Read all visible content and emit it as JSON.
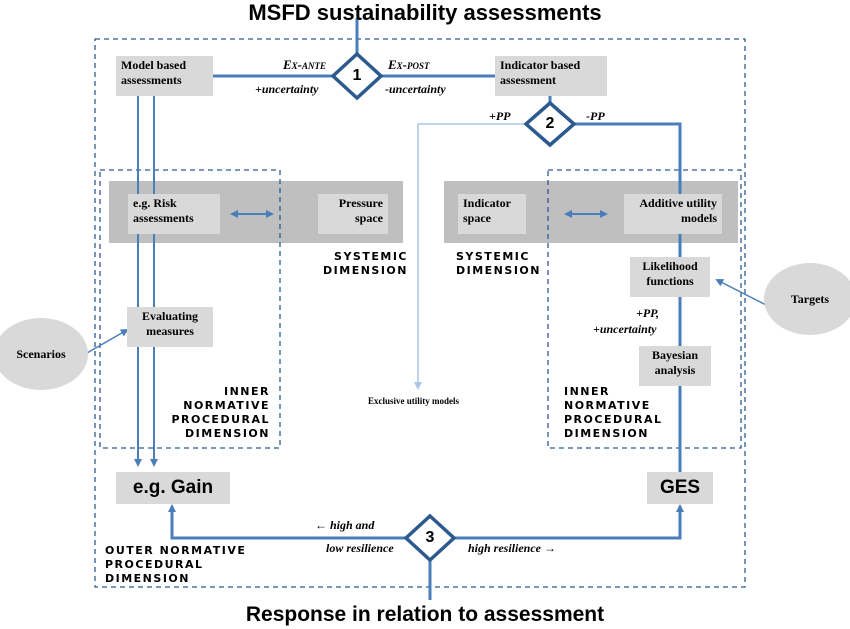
{
  "title": "MSFD sustainability assessments",
  "bottom_title": "Response in relation to assessment",
  "colors": {
    "line": "#4a7ebb",
    "light_line": "#a9c6e8",
    "diamond": "#2d5a8e",
    "box": "#d9d9d9",
    "band": "#bfbfbf",
    "ellipse": "#d9d9d9"
  },
  "boxes": {
    "model_based": "Model based assessments",
    "indicator_based": "Indicator based assessment",
    "risk": "e.g. Risk assessments",
    "pressure": "Pressure space",
    "indicator_space": "Indicator space",
    "additive": "Additive utility models",
    "likelihood": "Likelihood functions",
    "bayesian": "Bayesian analysis",
    "evaluating": "Evaluating measures",
    "gain": "e.g. Gain",
    "ges": "GES"
  },
  "ellipses": {
    "scenarios": "Scenarios",
    "targets": "Targets"
  },
  "diamonds": [
    "1",
    "2",
    "3"
  ],
  "labels": {
    "ex_ante": "Ex-ante",
    "ex_post": "Ex-post",
    "plus_uncertainty": "+uncertainty",
    "minus_uncertainty": "-uncertainty",
    "plus_pp": "+PP",
    "minus_pp": "-PP",
    "plus_pp_unc_1": "+PP,",
    "plus_pp_unc_2": "+uncertainty",
    "exclusive": "Exclusive utility models",
    "high_and": "← high and",
    "low_resilience": "low resilience",
    "high_resilience": "high resilience →"
  },
  "dimensions": {
    "systemic_left": "SYSTEMIC DIMENSION",
    "systemic_right": "SYSTEMIC DIMENSION",
    "inner_left": "INNER NORMATIVE PROCEDURAL DIMENSION",
    "inner_right": "INNER NORMATIVE PROCEDURAL DIMENSION",
    "outer": "OUTER NORMATIVE PROCEDURAL DIMENSION"
  }
}
